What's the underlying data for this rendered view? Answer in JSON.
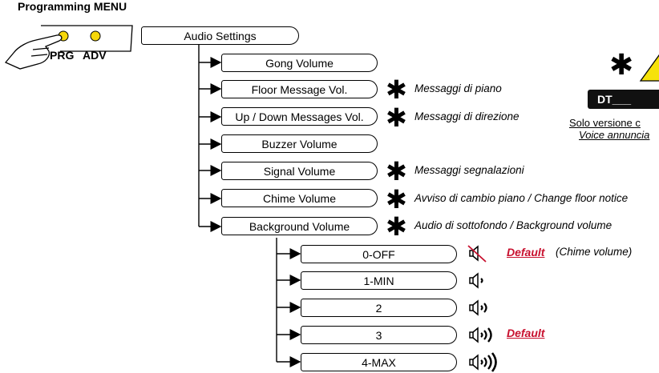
{
  "header": {
    "title": "Programming MENU"
  },
  "keypad": {
    "prg_label": "PRG",
    "adv_label": "ADV",
    "button_color": "#f6d70a"
  },
  "menu": {
    "root": "Audio Settings",
    "items": [
      {
        "label": "Gong Volume",
        "note": ""
      },
      {
        "label": "Floor Message Vol.",
        "note": "Messaggi di piano"
      },
      {
        "label": "Up / Down Messages Vol.",
        "note": "Messaggi di direzione"
      },
      {
        "label": "Buzzer Volume",
        "note": ""
      },
      {
        "label": "Signal Volume",
        "note": "Messaggi segnalazioni"
      },
      {
        "label": "Chime Volume",
        "note": "Avviso di cambio piano / Change floor notice"
      },
      {
        "label": "Background Volume",
        "note": "Audio di sottofondo / Background volume"
      }
    ],
    "levels": [
      {
        "label": "0-OFF",
        "icon": "speaker-muted-icon"
      },
      {
        "label": "1-MIN",
        "icon": "speaker-low-icon"
      },
      {
        "label": "2",
        "icon": "speaker-medium-icon"
      },
      {
        "label": "3",
        "icon": "speaker-high-icon"
      },
      {
        "label": "4-MAX",
        "icon": "speaker-max-icon"
      }
    ],
    "defaults": {
      "default_word": "Default",
      "chime_note": "(Chime volume)"
    }
  },
  "legend": {
    "star": "✱",
    "model": "DT___",
    "line1": "Solo versione c",
    "line2": "Voice annuncia",
    "warning_color": "#f6e20a"
  },
  "colors": {
    "accent_red": "#c8102e"
  }
}
